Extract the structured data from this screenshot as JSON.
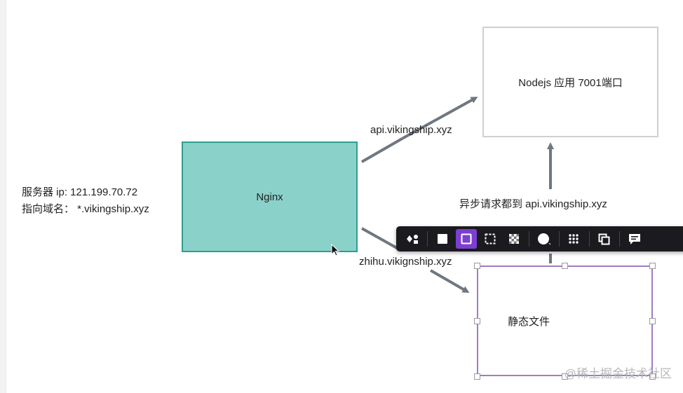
{
  "diagram": {
    "nodes": {
      "nginx": {
        "label": "Nginx"
      },
      "nodejs": {
        "label": "Nodejs 应用 7001端口"
      },
      "static": {
        "label": "静态文件"
      }
    },
    "server_info": {
      "line1": "服务器 ip: 121.199.70.72",
      "line2": "指向域名： *.vikingship.xyz"
    },
    "edges": {
      "api": {
        "label": "api.vikingship.xyz"
      },
      "zhihu": {
        "label": "zhihu.vikignship.xyz"
      },
      "async": {
        "label": "异步请求都到 api.vikingship.xyz"
      }
    }
  },
  "toolbar": {
    "items": [
      {
        "icon": "shapes-icon"
      },
      {
        "icon": "fill-square-icon"
      },
      {
        "icon": "outline-square-icon",
        "active": true
      },
      {
        "icon": "dashed-square-icon"
      },
      {
        "icon": "transparency-icon"
      },
      {
        "icon": "circle-icon"
      },
      {
        "icon": "grid-icon"
      },
      {
        "icon": "layers-icon"
      },
      {
        "icon": "comment-icon"
      }
    ]
  },
  "watermark": "@稀土掘金技术社区",
  "colors": {
    "nginx_fill": "#8ad1ca",
    "nginx_border": "#2f9e8f",
    "arrow": "#6f7781",
    "selection": "#a07cc0",
    "toolbar_bg": "#1b1b1f",
    "toolbar_active": "#7c3fd1"
  }
}
